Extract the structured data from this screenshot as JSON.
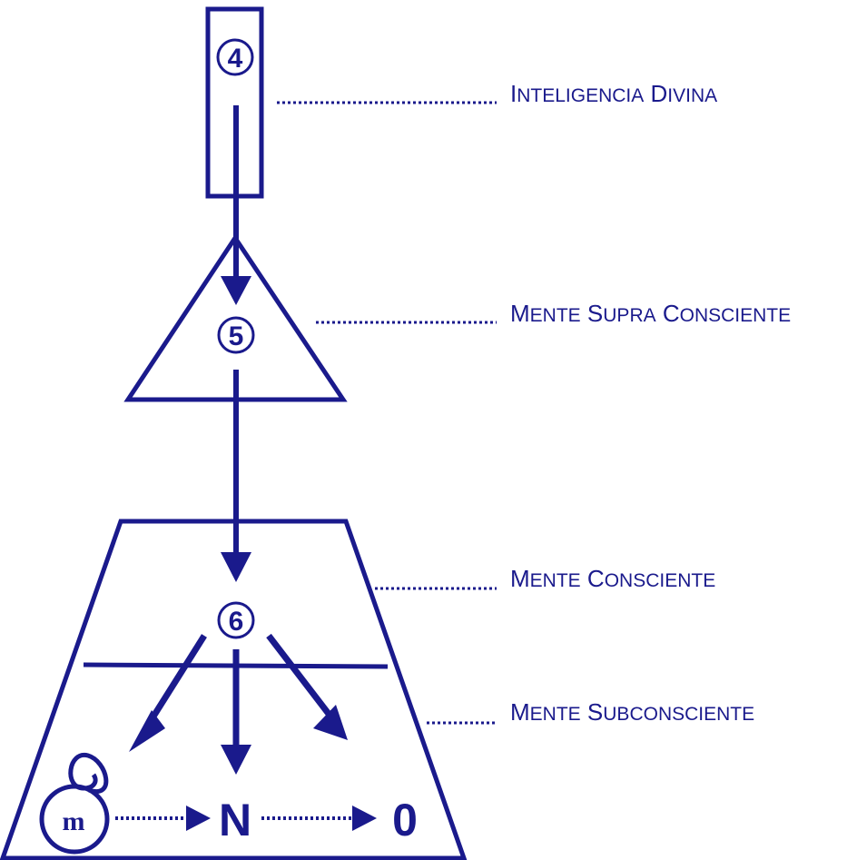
{
  "color": "#1a1a8c",
  "nodes": {
    "n4": "4",
    "n5": "5",
    "n6": "6",
    "m": "m",
    "N": "N",
    "O": "0"
  },
  "labels": {
    "divina": {
      "cap1": "I",
      "rest1": "NTELIGENCIA",
      "cap2": " D",
      "rest2": "IVINA"
    },
    "supra": {
      "cap1": "M",
      "rest1": "ENTE",
      "cap2": " S",
      "rest2": "UPRA",
      "cap3": " C",
      "rest3": "ONSCIENTE"
    },
    "consciente": {
      "cap1": "M",
      "rest1": "ENTE",
      "cap2": " C",
      "rest2": "ONSCIENTE"
    },
    "subconsciente": {
      "cap1": "M",
      "rest1": "ENTE",
      "cap2": " S",
      "rest2": "UBCONSCIENTE"
    }
  }
}
